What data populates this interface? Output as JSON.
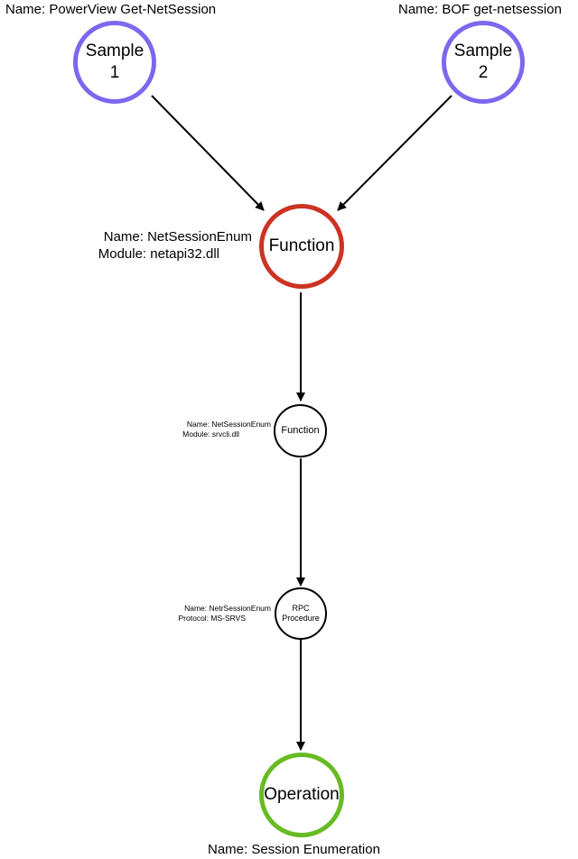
{
  "colors": {
    "sample_border": "#7b68ee",
    "function_border": "#cc3322",
    "operation_border": "#66bb22",
    "plain_border": "#000000",
    "edge": "#000000"
  },
  "nodes": {
    "sample1": {
      "text": "Sample\n1",
      "label": "Name: PowerView Get-NetSession"
    },
    "sample2": {
      "text": "Sample\n2",
      "label": "Name: BOF get-netsession"
    },
    "function_main": {
      "text": "Function",
      "label_line1": "Name: NetSessionEnum",
      "label_line2": "Module: netapi32.dll"
    },
    "function_srvcli": {
      "text": "Function",
      "label_line1": "Name: NetSessionEnum",
      "label_line2": "Module: srvcli.dll"
    },
    "rpc_procedure": {
      "text": "RPC\nProcedure",
      "label_line1": "Name: NetrSessionEnum",
      "label_line2": "Protocol: MS-SRVS"
    },
    "operation": {
      "text": "Operation",
      "label": "Name: Session Enumeration"
    }
  }
}
